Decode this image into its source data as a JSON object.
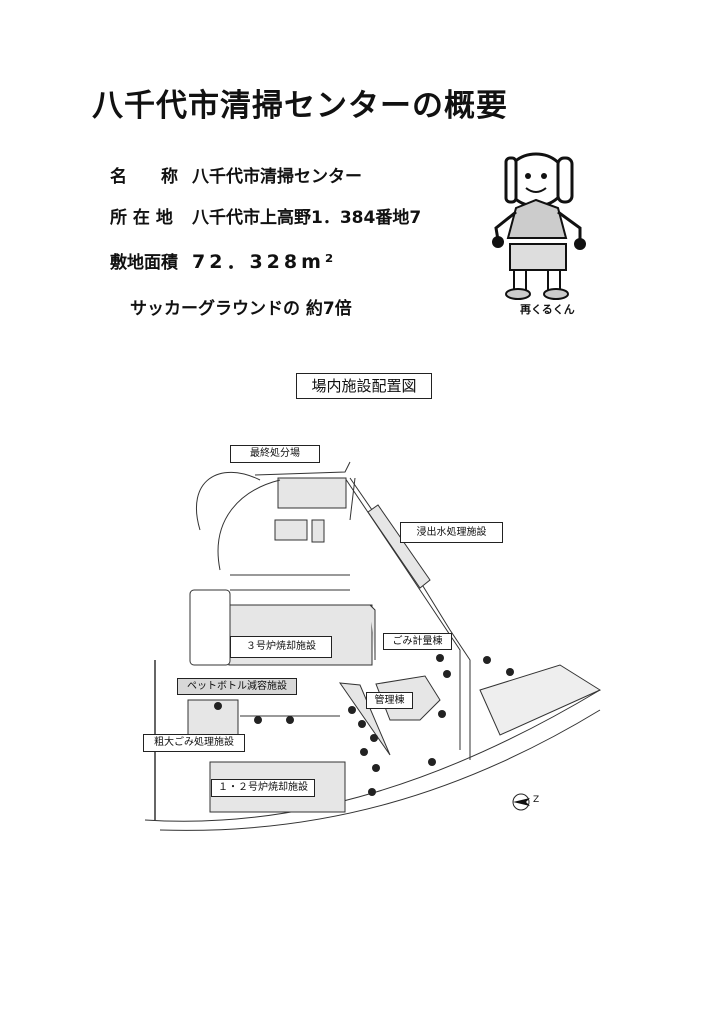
{
  "title": "八千代市清掃センターの概要",
  "info": {
    "name_label": "名　　称",
    "name_value": "八千代市清掃センター",
    "address_label": "所 在 地",
    "address_value": "八千代市上高野1．384番地7",
    "area_label": "敷地面積",
    "area_value": "72．328m²",
    "comparison": "サッカーグラウンドの 約7倍"
  },
  "mascot": {
    "name": "再くるくん"
  },
  "map": {
    "title": "場内施設配置図",
    "labels": {
      "landfill": "最終処分場",
      "leachate": "浸出水処理施設",
      "incinerator3": "３号炉焼却施設",
      "weighing": "ごみ計量棟",
      "pet": "ペットボトル減容施設",
      "admin": "管理棟",
      "bulky": "粗大ごみ処理施設",
      "incinerator12": "１・２号炉焼却施設"
    },
    "compass": "Z"
  }
}
